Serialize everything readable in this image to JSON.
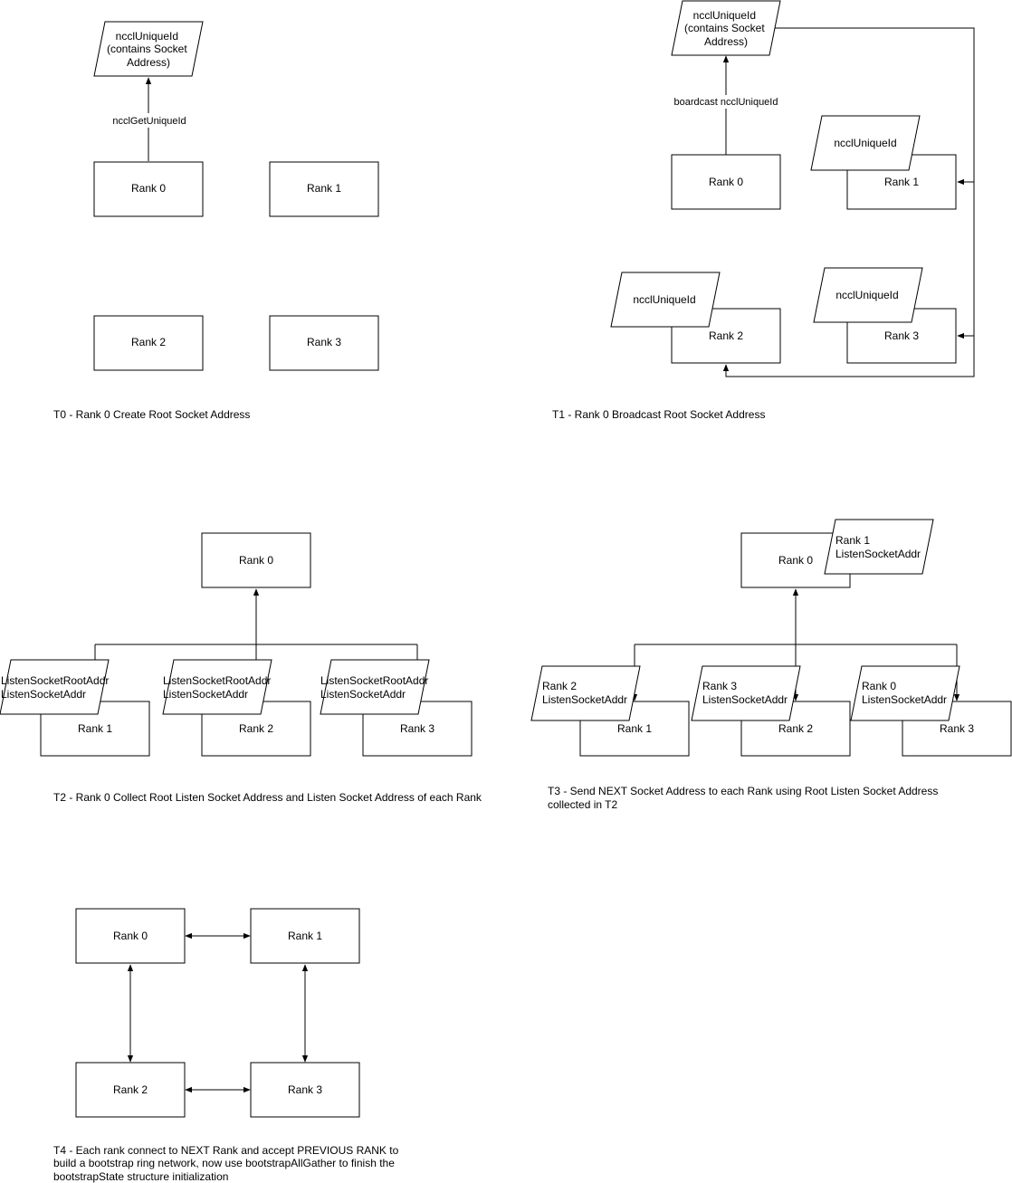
{
  "t0": {
    "caption": "T0 - Rank 0 Create Root Socket Address",
    "rank0": "Rank 0",
    "rank1": "Rank 1",
    "rank2": "Rank 2",
    "rank3": "Rank 3",
    "uid_lines": [
      "ncclUniqueId",
      "(contains Socket",
      "Address)"
    ],
    "edge_label": "ncclGetUniqueId"
  },
  "t1": {
    "caption": "T1 - Rank 0 Broadcast Root Socket Address",
    "rank0": "Rank 0",
    "rank1": "Rank 1",
    "rank2": "Rank 2",
    "rank3": "Rank 3",
    "uid_lines": [
      "ncclUniqueId",
      "(contains Socket",
      "Address)"
    ],
    "edge_label": "boardcast ncclUniqueId",
    "uid_r1": "ncclUniqueId",
    "uid_r2": "ncclUniqueId",
    "uid_r3": "ncclUniqueId"
  },
  "t2": {
    "caption": "T2 - Rank 0 Collect Root Listen Socket Address and Listen Socket Address of each Rank",
    "rank0": "Rank 0",
    "rank1": "Rank 1",
    "rank2": "Rank 2",
    "rank3": "Rank 3",
    "addr_lines": [
      "ListenSocketRootAddr",
      "ListenSocketAddr"
    ]
  },
  "t3": {
    "caption_lines": [
      "T3 - Send NEXT Socket Address to each Rank using Root Listen Socket Address",
      "collected in T2"
    ],
    "rank0": "Rank 0",
    "rank1": "Rank 1",
    "rank2": "Rank 2",
    "rank3": "Rank 3",
    "addr_r0": [
      "Rank 1",
      "ListenSocketAddr"
    ],
    "addr_r1": [
      "Rank 2",
      "ListenSocketAddr"
    ],
    "addr_r2": [
      "Rank 3",
      "ListenSocketAddr"
    ],
    "addr_r3": [
      "Rank 0",
      "ListenSocketAddr"
    ]
  },
  "t4": {
    "caption_lines": [
      "T4 - Each rank connect to NEXT Rank and accept PREVIOUS RANK to",
      "build a bootstrap ring network, now use bootstrapAllGather to finish the",
      "bootstrapState structure initialization"
    ],
    "rank0": "Rank 0",
    "rank1": "Rank 1",
    "rank2": "Rank 2",
    "rank3": "Rank 3"
  }
}
